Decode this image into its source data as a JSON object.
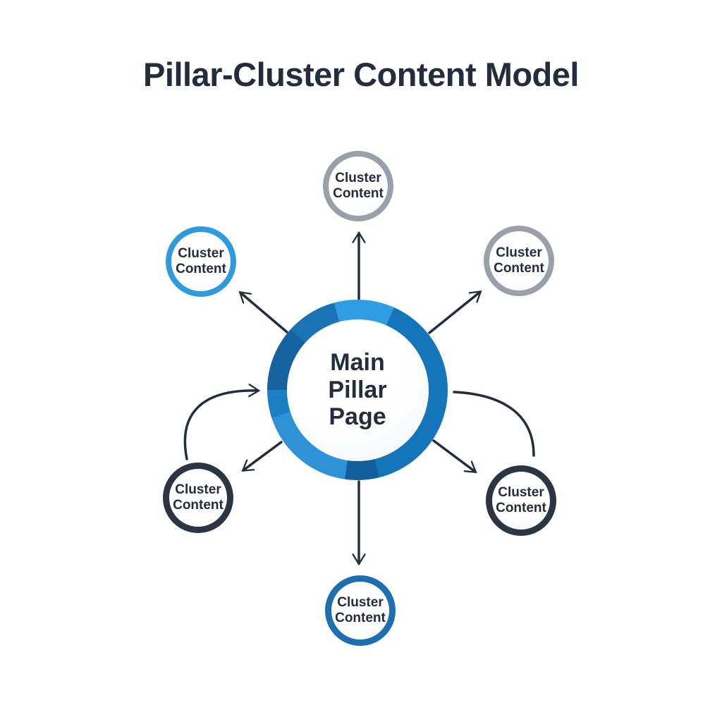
{
  "title": "Pillar-Cluster Content Model",
  "center_node": {
    "label": "Main\nPillar\nPage"
  },
  "cluster_nodes": {
    "top": {
      "label": "Cluster\nContent",
      "ring_color": "#9aa0a7"
    },
    "top_left": {
      "label": "Cluster\nContent",
      "ring_color": "#2f9add"
    },
    "top_right": {
      "label": "Cluster\nContent",
      "ring_color": "#9aa0a7"
    },
    "bottom_left": {
      "label": "Cluster\nContent",
      "ring_color": "#2c3542"
    },
    "bottom_right": {
      "label": "Cluster\nContent",
      "ring_color": "#2c3542"
    },
    "bottom": {
      "label": "Cluster\nContent",
      "ring_color": "#1d6fb0"
    }
  },
  "center_ring_colors": [
    "#2f9de3",
    "#1475b9",
    "#135f9e",
    "#2e92d7",
    "#1b7fc3",
    "#14629f",
    "#1973b4"
  ],
  "arrow_color": "#242e3b",
  "title_color": "#232d3b",
  "connectors": [
    {
      "from": "main-pillar-page",
      "to": "cluster-top",
      "style": "straight",
      "arrowhead": "at-cluster"
    },
    {
      "from": "main-pillar-page",
      "to": "cluster-top-left",
      "style": "straight",
      "arrowhead": "at-cluster"
    },
    {
      "from": "main-pillar-page",
      "to": "cluster-top-right",
      "style": "straight",
      "arrowhead": "at-cluster"
    },
    {
      "from": "main-pillar-page",
      "to": "cluster-bottom-left",
      "style": "straight",
      "arrowhead": "at-cluster"
    },
    {
      "from": "main-pillar-page",
      "to": "cluster-bottom-right",
      "style": "straight",
      "arrowhead": "at-cluster"
    },
    {
      "from": "main-pillar-page",
      "to": "cluster-bottom",
      "style": "straight",
      "arrowhead": "at-cluster"
    },
    {
      "from": "cluster-bottom-left",
      "to": "main-pillar-page",
      "style": "curved",
      "arrowhead": "at-main"
    },
    {
      "from": "main-pillar-page",
      "to": "cluster-bottom-right",
      "style": "curved",
      "arrowhead": "none"
    }
  ]
}
